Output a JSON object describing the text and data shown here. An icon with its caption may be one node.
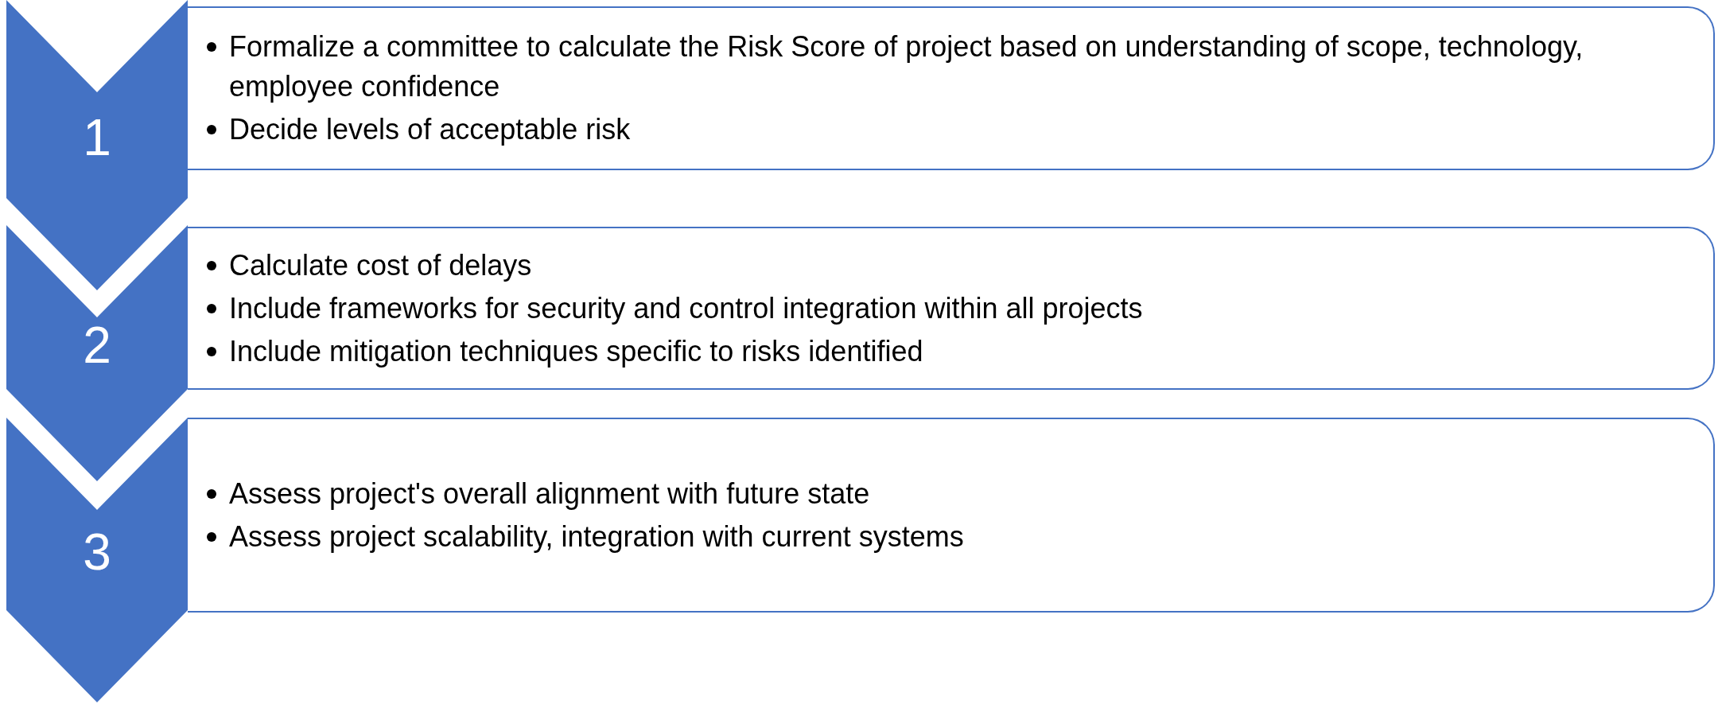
{
  "diagram": {
    "nodes": [
      {
        "text": [
          "1"
        ]
      },
      {
        "text": [
          "Formalize a committee to calculate the Risk Score of project based on understanding of scope, technology, employee confidence",
          "Decide levels of acceptable risk"
        ]
      },
      {
        "text": [
          "2"
        ]
      },
      {
        "text": [
          "Calculate cost of delays",
          "Include frameworks for security and control integration within all projects",
          "Include mitigation techniques specific to risks identified"
        ]
      },
      {
        "text": [
          "3"
        ]
      },
      {
        "text": [
          "Assess project's overall alignment with future state",
          "Assess project scalability, integration with current systems"
        ]
      }
    ]
  }
}
